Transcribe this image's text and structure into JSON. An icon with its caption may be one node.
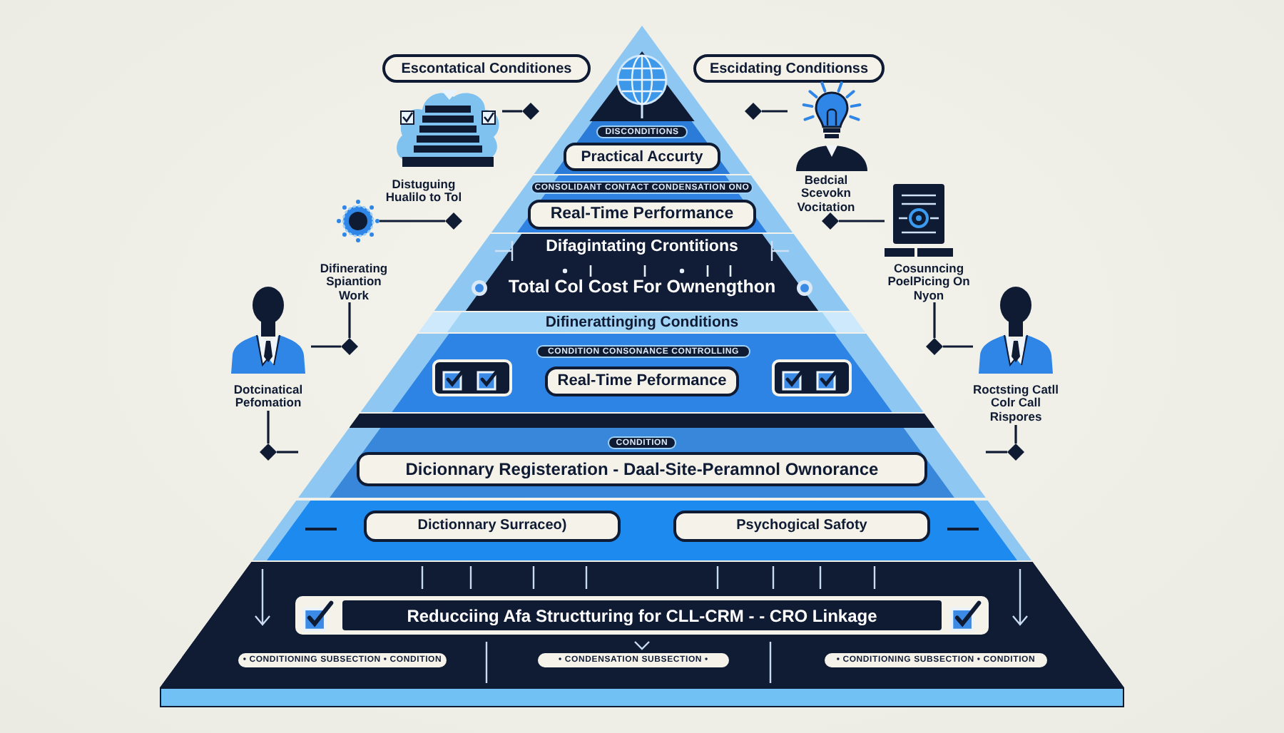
{
  "diagram": {
    "nodes": [
      {
        "text": [
          "Escontatical Conditiones"
        ]
      },
      {
        "text": [
          "Escidating Conditionss"
        ]
      },
      {
        "text": [],
        "shape": "triangle"
      },
      {
        "text": [],
        "shape": "band"
      },
      {
        "text": [
          "DISCONDITIONS"
        ],
        "in": 3
      },
      {
        "text": [
          "Practical Accurty"
        ],
        "in": 3
      },
      {
        "text": [],
        "shape": "band"
      },
      {
        "text": [
          "CONSOLIDANT CONTACT CONDENSATION ONO"
        ],
        "in": 6
      },
      {
        "text": [
          "Real-Time Performance"
        ],
        "in": 6
      },
      {
        "text": [
          "Difagintating Crontitions",
          "Total Col Cost For Ownengthon"
        ]
      },
      {
        "text": [
          "Difinerattinging Conditions"
        ]
      },
      {
        "text": [],
        "shape": "band"
      },
      {
        "text": [
          "CONDITION CONSONANCE CONTROLLING"
        ],
        "in": 11
      },
      {
        "text": [
          "Real-Time Peformance"
        ],
        "in": 11
      },
      {
        "text": [],
        "shape": "band"
      },
      {
        "text": [
          "CONDITION"
        ],
        "in": 14
      },
      {
        "text": [
          "Dicionnary Registeration - Daal-Site-Peramnol Ownorance"
        ],
        "in": 14
      },
      {
        "text": [],
        "shape": "band"
      },
      {
        "text": [
          "Dictionnary Surraceo)"
        ],
        "in": 17
      },
      {
        "text": [
          "Psychogical Safoty"
        ],
        "in": 17
      },
      {
        "text": [],
        "shape": "band"
      },
      {
        "text": [
          "Reducciing Afa Structturing for CLL-CRM - - CRO Linkage"
        ],
        "in": 20
      },
      {
        "text": [
          "• CONDITIONING SUBSECTION • CONDITION"
        ],
        "in": 20
      },
      {
        "text": [
          "• CONDENSATION SUBSECTION •"
        ],
        "in": 20
      },
      {
        "text": [
          "• CONDITIONING SUBSECTION • CONDITION"
        ],
        "in": 20
      },
      {
        "text": [],
        "shape": "picture",
        "beside": [
          "Distuguing Hualilo to Tol"
        ]
      },
      {
        "text": [],
        "shape": "picture",
        "beside": [
          "Bedcial Scevokn Vocitation"
        ]
      },
      {
        "text": [],
        "shape": "picture"
      },
      {
        "text": [],
        "shape": "picture"
      },
      {
        "text": [
          "Difinerating Spiantion Work"
        ]
      },
      {
        "text": [
          "Cosunncing PoelPicing On Nyon"
        ]
      },
      {
        "text": [],
        "shape": "person"
      },
      {
        "text": [],
        "shape": "person"
      },
      {
        "text": [
          "Dotcinatical Pefomation"
        ]
      },
      {
        "text": [
          "Roctsting Catll Colr Call Rispores"
        ]
      },
      {
        "text": [],
        "shape": "diamond"
      },
      {
        "text": [],
        "shape": "diamond"
      },
      {
        "text": [],
        "shape": "diamond"
      },
      {
        "text": [],
        "shape": "diamond"
      },
      {
        "text": [],
        "shape": "diamond"
      },
      {
        "text": [],
        "shape": "diamond"
      },
      {
        "text": [],
        "shape": "diamond"
      },
      {
        "text": [],
        "shape": "diamond"
      }
    ],
    "edges": [
      {
        "from": 25,
        "to": 35,
        "arrow": "none"
      },
      {
        "from": 26,
        "to": 36,
        "arrow": "none"
      },
      {
        "from": 27,
        "to": 37,
        "arrow": "none"
      },
      {
        "from": 28,
        "to": 38,
        "arrow": "none"
      },
      {
        "from": 29,
        "to": 39,
        "arrow": "none"
      },
      {
        "from": 31,
        "to": 39,
        "arrow": "none"
      },
      {
        "from": 30,
        "to": 40,
        "arrow": "none"
      },
      {
        "from": 32,
        "to": 40,
        "arrow": "none"
      },
      {
        "from": 33,
        "to": 41,
        "arrow": "none"
      },
      {
        "from": 34,
        "to": 42,
        "arrow": "none"
      },
      {
        "from": 41,
        "to": 14,
        "arrow": "none"
      },
      {
        "from": 42,
        "to": 14,
        "arrow": "none"
      }
    ]
  }
}
